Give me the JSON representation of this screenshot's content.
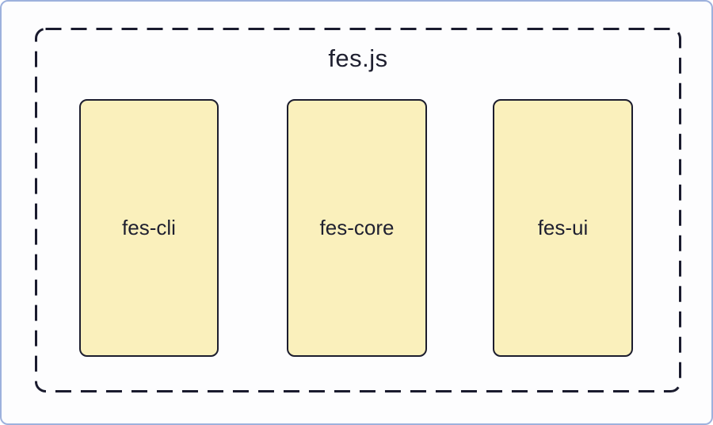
{
  "diagram": {
    "title": "fes.js",
    "boxes": [
      {
        "label": "fes-cli"
      },
      {
        "label": "fes-core"
      },
      {
        "label": "fes-ui"
      }
    ]
  },
  "colors": {
    "bg": "#FDFDFE",
    "page_border": "#9DB1DD",
    "dashed_border": "#1A1B2E",
    "box_fill": "#FAF0BC",
    "box_border": "#1C1D2E",
    "text": "#1F2030"
  }
}
